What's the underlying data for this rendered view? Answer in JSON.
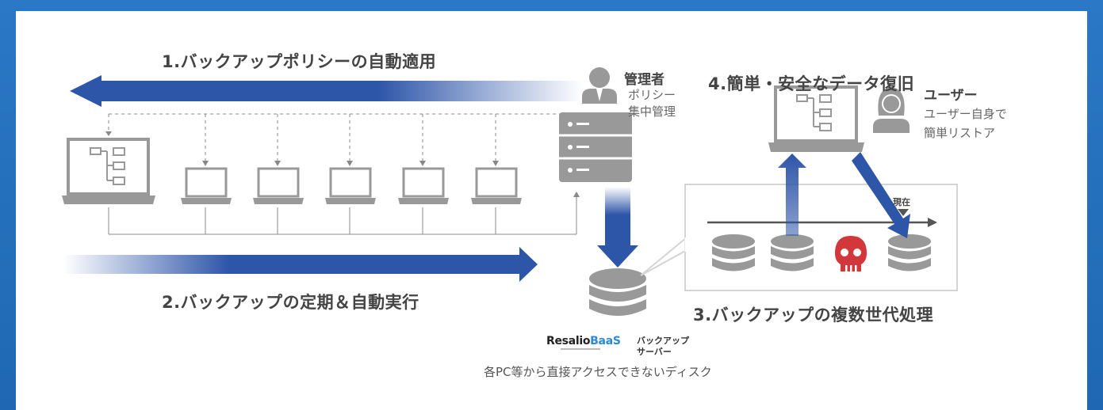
{
  "steps": {
    "step1": "1.バックアップポリシーの自動適用",
    "step2": "2.バックアップの定期＆自動実行",
    "step3": "3.バックアップの複数世代処理",
    "step4": "4.簡単・安全なデータ復旧"
  },
  "admin": {
    "role": "管理者",
    "desc_line1": "ポリシー",
    "desc_line2": "集中管理"
  },
  "user": {
    "role": "ユーザー",
    "desc_line1": "ユーザー自身で",
    "desc_line2": "簡単リストア"
  },
  "timeline": {
    "current_label": "現在"
  },
  "server": {
    "label_line1": "バックアップ",
    "label_line2": "サーバー",
    "caption": "各PC等から直接アクセスできないディスク"
  },
  "logo": {
    "part1": "Resalio",
    "part2": "BaaS"
  },
  "colors": {
    "arrow_blue": "#2d55a8",
    "device_gray": "#999999",
    "ransomware_red": "#d2373c",
    "frame_blue": "#2a78c6"
  },
  "icons": [
    "admin-person-icon",
    "user-person-icon",
    "server-icon",
    "database-icon",
    "skull-icon",
    "laptop-icon"
  ]
}
